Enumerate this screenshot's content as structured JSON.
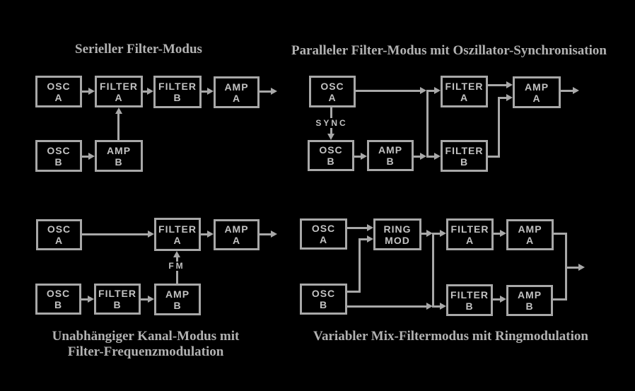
{
  "colors": {
    "background": "#000000",
    "line": "#a8a8a8",
    "box_text": "#c2c2c2",
    "title_text": "#b2b2b2"
  },
  "quadrants": {
    "serial": {
      "title": "Serieller Filter-Modus",
      "boxes": {
        "osc_a": {
          "l1": "OSC",
          "l2": "A"
        },
        "filter_a": {
          "l1": "FILTER",
          "l2": "A"
        },
        "filter_b": {
          "l1": "FILTER",
          "l2": "B"
        },
        "amp_a": {
          "l1": "AMP",
          "l2": "A"
        },
        "osc_b": {
          "l1": "OSC",
          "l2": "B"
        },
        "amp_b": {
          "l1": "AMP",
          "l2": "B"
        }
      }
    },
    "parallel": {
      "title": "Paralleler Filter-Modus mit Oszillator-Synchronisation",
      "sync_label": "SYNC",
      "boxes": {
        "osc_a": {
          "l1": "OSC",
          "l2": "A"
        },
        "filter_a": {
          "l1": "FILTER",
          "l2": "A"
        },
        "amp_a": {
          "l1": "AMP",
          "l2": "A"
        },
        "osc_b": {
          "l1": "OSC",
          "l2": "B"
        },
        "amp_b": {
          "l1": "AMP",
          "l2": "B"
        },
        "filter_b": {
          "l1": "FILTER",
          "l2": "B"
        }
      }
    },
    "independent": {
      "title_line1": "Unabhängiger Kanal-Modus mit",
      "title_line2": "Filter-Frequenzmodulation",
      "fm_label": "FM",
      "boxes": {
        "osc_a": {
          "l1": "OSC",
          "l2": "A"
        },
        "filter_a": {
          "l1": "FILTER",
          "l2": "A"
        },
        "amp_a": {
          "l1": "AMP",
          "l2": "A"
        },
        "osc_b": {
          "l1": "OSC",
          "l2": "B"
        },
        "filter_b": {
          "l1": "FILTER",
          "l2": "B"
        },
        "amp_b": {
          "l1": "AMP",
          "l2": "B"
        }
      }
    },
    "ringmod": {
      "title": "Variabler Mix-Filtermodus mit Ringmodulation",
      "boxes": {
        "osc_a": {
          "l1": "OSC",
          "l2": "A"
        },
        "ring_mod": {
          "l1": "RING",
          "l2": "MOD"
        },
        "filter_a": {
          "l1": "FILTER",
          "l2": "A"
        },
        "amp_a": {
          "l1": "AMP",
          "l2": "A"
        },
        "osc_b": {
          "l1": "OSC",
          "l2": "B"
        },
        "filter_b": {
          "l1": "FILTER",
          "l2": "B"
        },
        "amp_b": {
          "l1": "AMP",
          "l2": "B"
        }
      }
    }
  }
}
